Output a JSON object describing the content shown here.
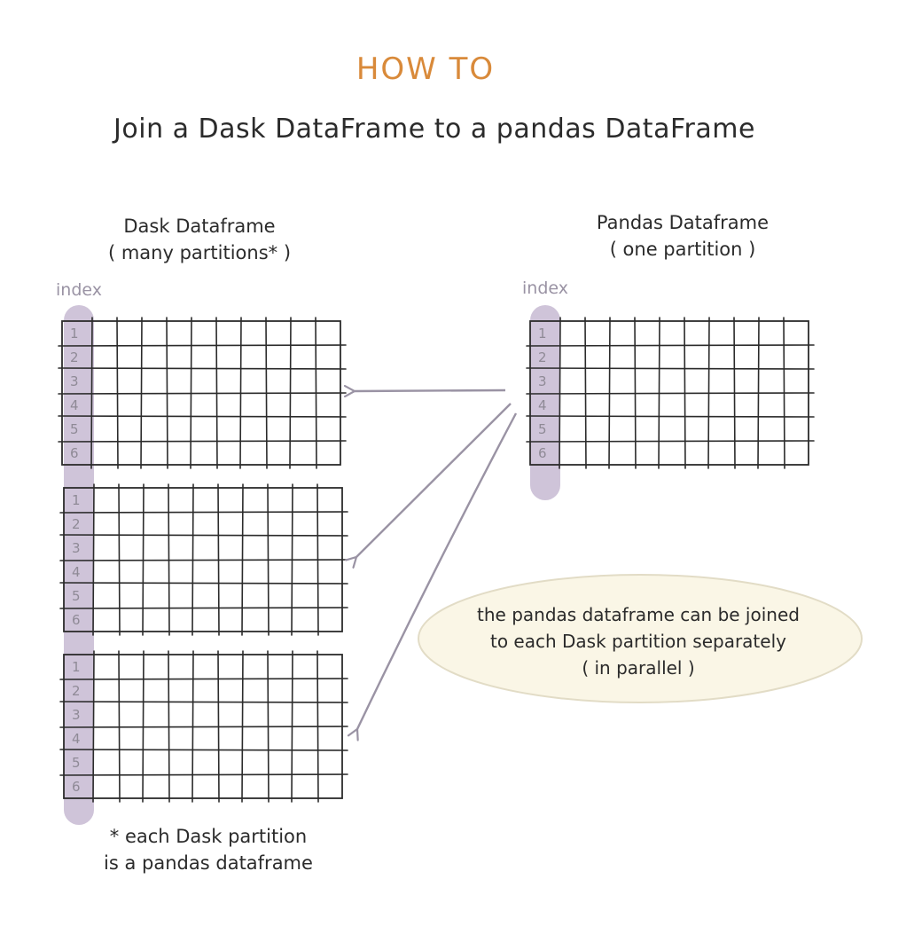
{
  "header": {
    "title": "HOW TO",
    "subtitle": "Join a Dask DataFrame to a pandas DataFrame"
  },
  "colors": {
    "title": "#d98a3a",
    "index_band": "#cfc4d9",
    "arrow": "#9a93a4",
    "callout_fill": "#faf6e6",
    "callout_stroke": "#e2dcc6"
  },
  "dask": {
    "title": "Dask Dataframe",
    "subtitle": "( many partitions* )",
    "index_label": "index"
  },
  "pandas": {
    "title": "Pandas Dataframe",
    "subtitle": "( one partition )",
    "index_label": "index"
  },
  "row_numbers": [
    "1",
    "2",
    "3",
    "4",
    "5",
    "6"
  ],
  "footnote": {
    "line1": "* each Dask partition",
    "line2": "is a pandas dataframe"
  },
  "callout": {
    "line1": "the pandas dataframe can be joined",
    "line2": "to each Dask partition separately",
    "line3": "( in parallel )"
  }
}
